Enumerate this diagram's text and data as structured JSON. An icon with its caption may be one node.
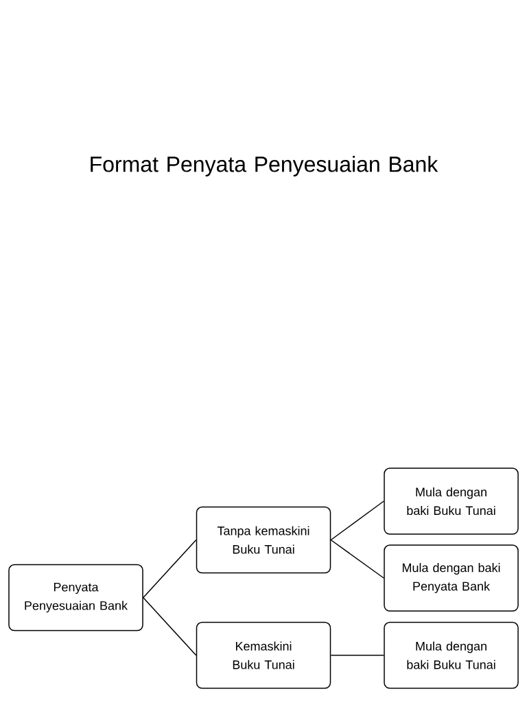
{
  "diagram": {
    "title": "Format Penyata Penyesuaian Bank",
    "nodes": [
      {
        "text": [
          "Penyata Penyesuaian Bank"
        ]
      },
      {
        "text": [
          "Tanpa kemaskini Buku Tunai"
        ]
      },
      {
        "text": [
          "Kemaskini Buku Tunai"
        ]
      },
      {
        "text": [
          "Mula dengan baki Buku Tunai"
        ]
      },
      {
        "text": [
          "Mula dengan baki Penyata Bank"
        ]
      },
      {
        "text": [
          "Mula dengan baki Buku Tunai"
        ]
      }
    ],
    "edges": [
      {
        "from": 0,
        "to": 1,
        "arrow": "none"
      },
      {
        "from": 0,
        "to": 2,
        "arrow": "none"
      },
      {
        "from": 1,
        "to": 3,
        "arrow": "none"
      },
      {
        "from": 1,
        "to": 4,
        "arrow": "none"
      },
      {
        "from": 2,
        "to": 5,
        "arrow": "none"
      }
    ]
  }
}
